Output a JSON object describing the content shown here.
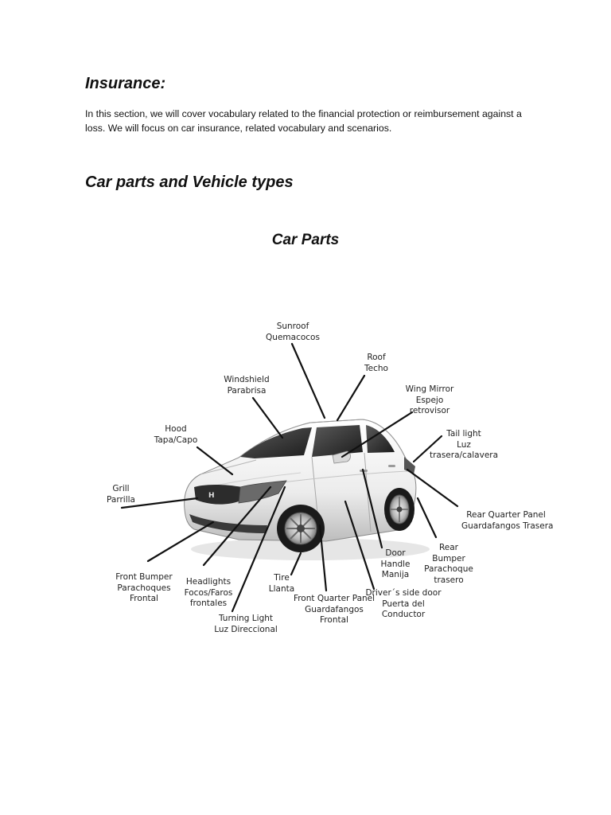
{
  "section": {
    "title": "Insurance:",
    "intro": "In this section, we will cover vocabulary related to the financial protection or reimbursement against a loss. We will focus on car insurance, related vocabulary and scenarios."
  },
  "subsection": {
    "title": "Car parts and Vehicle types"
  },
  "figure": {
    "title": "Car Parts",
    "labels": {
      "sunroof": [
        "Sunroof",
        "Quemacocos"
      ],
      "roof": [
        "Roof",
        "Techo"
      ],
      "windshield": [
        "Windshield",
        "Parabrisa"
      ],
      "wing_mirror": [
        "Wing Mirror",
        "Espejo",
        "retrovisor"
      ],
      "hood": [
        "Hood",
        "Tapa/Capo"
      ],
      "tail_light": [
        "Tail light",
        "Luz",
        "trasera/calavera"
      ],
      "grill": [
        "Grill",
        "Parrilla"
      ],
      "rear_quarter_panel": [
        "Rear Quarter Panel",
        "Guardafangos Trasera"
      ],
      "rear_bumper": [
        "Rear",
        "Bumper",
        "Parachoque",
        "trasero"
      ],
      "door_handle": [
        "Door",
        "Handle",
        "Manija"
      ],
      "front_bumper": [
        "Front Bumper",
        "Parachoques",
        "Frontal"
      ],
      "headlights": [
        "Headlights",
        "Focos/Faros",
        "frontales"
      ],
      "tire": [
        "Tire",
        "Llanta"
      ],
      "front_quarter_panel": [
        "Front Quarter Panel",
        "Guardafangos",
        "Frontal"
      ],
      "drivers_side_door": [
        "Driver´s side door",
        "Puerta del",
        "Conductor"
      ],
      "turning_light": [
        "Turning Light",
        "Luz Direccional"
      ]
    }
  }
}
